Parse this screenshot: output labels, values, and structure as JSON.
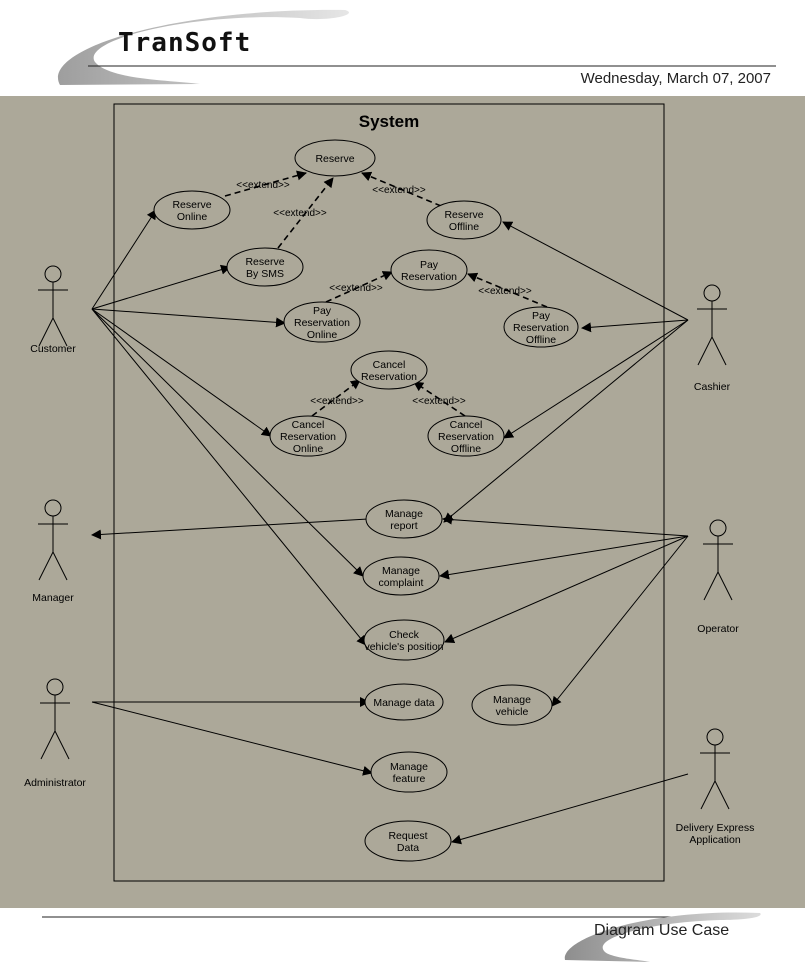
{
  "header": {
    "brand": "TranSoft",
    "date": "Wednesday, March 07, 2007"
  },
  "footer": {
    "title": "Diagram Use Case"
  },
  "diagram": {
    "system_label": "System",
    "stereotype": "<<extend>>",
    "actors": {
      "customer": "Customer",
      "cashier": "Cashier",
      "manager": "Manager",
      "operator": "Operator",
      "administrator": "Administrator",
      "delivery": [
        "Delivery Express",
        "Application"
      ]
    },
    "use_cases": {
      "reserve": [
        "Reserve"
      ],
      "reserve_online": [
        "Reserve",
        "Online"
      ],
      "reserve_sms": [
        "Reserve",
        "By SMS"
      ],
      "reserve_offline": [
        "Reserve",
        "Offline"
      ],
      "pay_reservation": [
        "Pay",
        "Reservation"
      ],
      "pay_online": [
        "Pay",
        "Reservation",
        "Online"
      ],
      "pay_offline": [
        "Pay",
        "Reservation",
        "Offline"
      ],
      "cancel_reservation": [
        "Cancel",
        "Reservation"
      ],
      "cancel_online": [
        "Cancel",
        "Reservation",
        "Online"
      ],
      "cancel_offline": [
        "Cancel",
        "Reservation",
        "Offline"
      ],
      "manage_report": [
        "Manage",
        "report"
      ],
      "manage_complaint": [
        "Manage",
        "complaint"
      ],
      "check_position": [
        "Check",
        "vehicle's position"
      ],
      "manage_data": [
        "Manage data"
      ],
      "manage_vehicle": [
        "Manage",
        "vehicle"
      ],
      "manage_feature": [
        "Manage",
        "feature"
      ],
      "request_data": [
        "Request",
        "Data"
      ]
    }
  }
}
